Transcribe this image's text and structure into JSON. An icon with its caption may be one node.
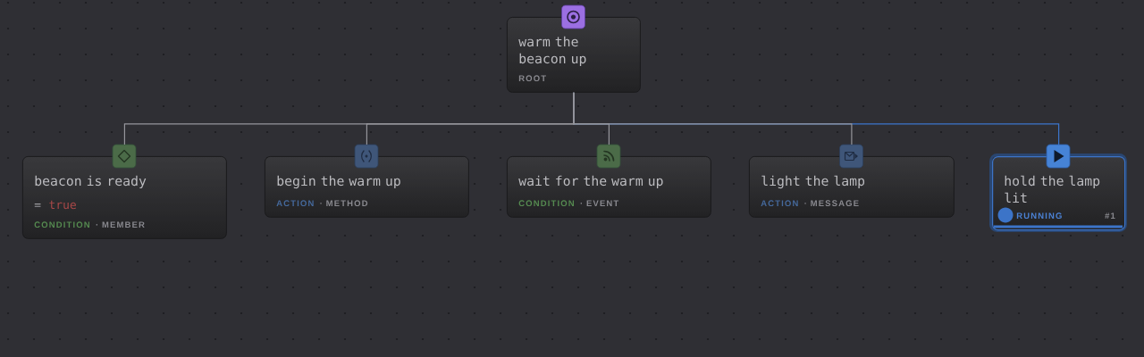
{
  "diagram": {
    "nodes": [
      {
        "text": [
          "warm the beacon up",
          "ROOT"
        ]
      },
      {
        "text": [
          "beacon is ready",
          "=",
          "true",
          "CONDITION",
          "· MEMBER"
        ]
      },
      {
        "text": [
          "begin the warm up",
          "ACTION",
          "· METHOD"
        ]
      },
      {
        "text": [
          "wait for the warm up",
          "CONDITION",
          "· EVENT"
        ]
      },
      {
        "text": [
          "light the lamp",
          "ACTION",
          "· MESSAGE"
        ]
      },
      {
        "text": [
          "hold the lamp lit",
          "RUNNING",
          "#1"
        ]
      }
    ],
    "edges": [
      {
        "from": 0,
        "to": 1,
        "arrow": "none"
      },
      {
        "from": 0,
        "to": 2,
        "arrow": "none"
      },
      {
        "from": 0,
        "to": 3,
        "arrow": "none"
      },
      {
        "from": 0,
        "to": 4,
        "arrow": "none"
      },
      {
        "from": 0,
        "to": 5,
        "arrow": "none",
        "color": "#3d76cc"
      }
    ]
  }
}
